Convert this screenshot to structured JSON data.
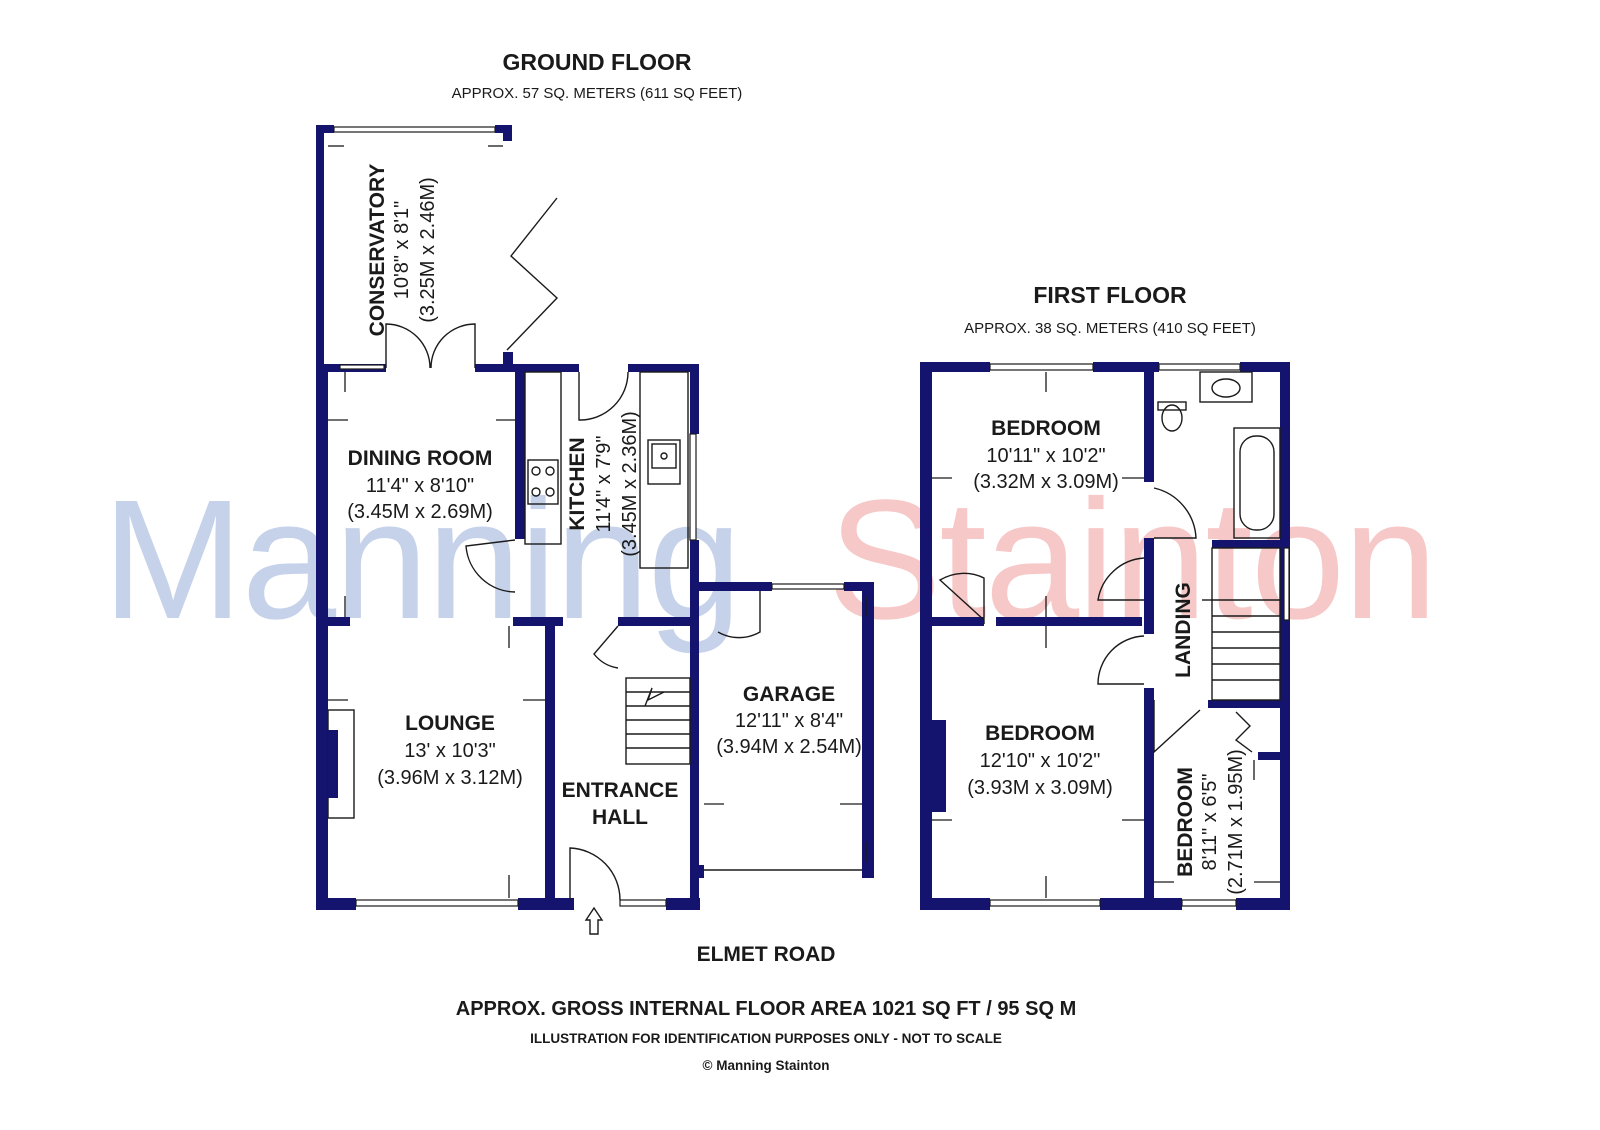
{
  "watermark": {
    "part1": "Manning",
    "part2": "Stainton",
    "color1": "#c6d2ea",
    "color2": "#f7c8c8"
  },
  "ground_floor": {
    "title": "GROUND FLOOR",
    "area": "APPROX. 57 SQ. METERS (611 SQ FEET)",
    "rooms": {
      "conservatory": {
        "name": "CONSERVATORY",
        "imperial": "10'8\" x 8'1\"",
        "metric": "(3.25M x 2.46M)"
      },
      "dining_room": {
        "name": "DINING ROOM",
        "imperial": "11'4\" x 8'10\"",
        "metric": "(3.45M x 2.69M)"
      },
      "kitchen": {
        "name": "KITCHEN",
        "imperial": "11'4\" x 7'9\"",
        "metric": "(3.45M x 2.36M)"
      },
      "lounge": {
        "name": "LOUNGE",
        "imperial": "13' x 10'3\"",
        "metric": "(3.96M x 3.12M)"
      },
      "entrance_hall": {
        "name_line1": "ENTRANCE",
        "name_line2": "HALL"
      },
      "garage": {
        "name": "GARAGE",
        "imperial": "12'11\" x 8'4\"",
        "metric": "(3.94M x 2.54M)"
      }
    }
  },
  "first_floor": {
    "title": "FIRST FLOOR",
    "area": "APPROX. 38 SQ. METERS (410 SQ FEET)",
    "rooms": {
      "bedroom_1": {
        "name": "BEDROOM",
        "imperial": "10'11\" x 10'2\"",
        "metric": "(3.32M x 3.09M)"
      },
      "bedroom_2": {
        "name": "BEDROOM",
        "imperial": "12'10\" x 10'2\"",
        "metric": "(3.93M x 3.09M)"
      },
      "bedroom_3": {
        "name": "BEDROOM",
        "imperial": "8'11\" x 6'5\"",
        "metric": "(2.71M x 1.95M)"
      },
      "landing": {
        "name": "LANDING"
      }
    }
  },
  "street": "ELMET ROAD",
  "footer": {
    "gross_area": "APPROX. GROSS INTERNAL FLOOR AREA 1021 SQ FT / 95 SQ M",
    "disclaimer": "ILLUSTRATION FOR IDENTIFICATION PURPOSES ONLY - NOT TO SCALE",
    "copyright": "© Manning Stainton"
  },
  "colors": {
    "wall": "#14146e",
    "text": "#1a1a1a"
  }
}
